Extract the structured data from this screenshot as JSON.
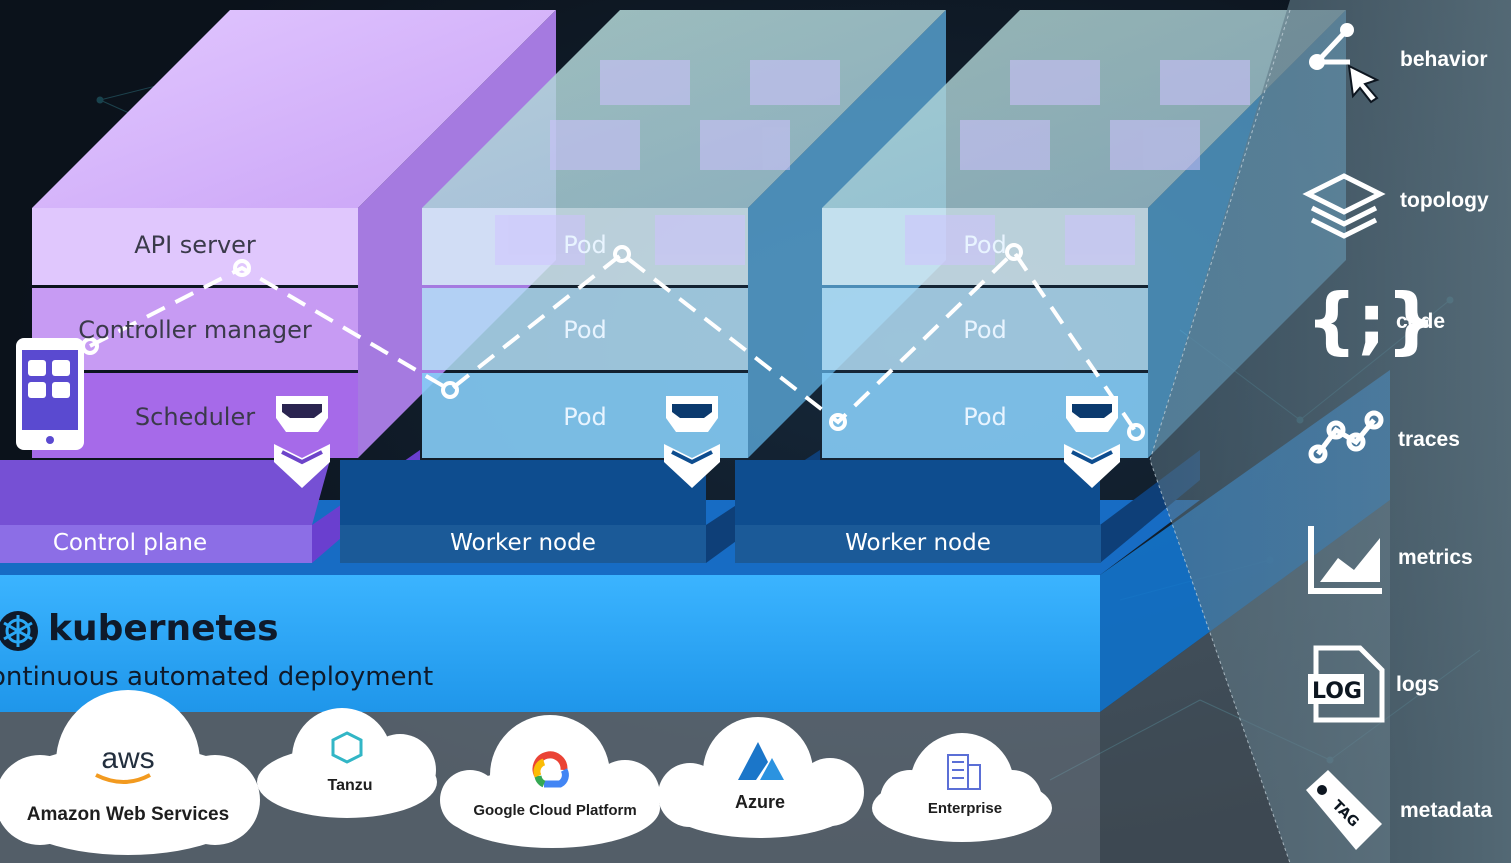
{
  "control_plane": {
    "layers": [
      "API server",
      "Controller manager",
      "Scheduler"
    ],
    "base_label": "Control plane"
  },
  "worker_nodes": [
    {
      "pods": [
        "Pod",
        "Pod",
        "Pod"
      ],
      "base_label": "Worker node"
    },
    {
      "pods": [
        "Pod",
        "Pod",
        "Pod"
      ],
      "base_label": "Worker node"
    }
  ],
  "platform": {
    "title": "kubernetes",
    "subtitle": "ontinuous automated deployment"
  },
  "clouds": [
    {
      "icon": "aws-logo",
      "logo_text": "aws",
      "label": "Amazon Web Services"
    },
    {
      "icon": "tanzu-icon",
      "label": "Tanzu"
    },
    {
      "icon": "google-cloud-icon",
      "label": "Google Cloud Platform"
    },
    {
      "icon": "azure-icon",
      "label": "Azure"
    },
    {
      "icon": "enterprise-building-icon",
      "label": "Enterprise"
    }
  ],
  "sidebar": [
    {
      "icon": "behavior-icon",
      "label": "behavior"
    },
    {
      "icon": "topology-icon",
      "label": "topology"
    },
    {
      "icon": "code-icon",
      "label": "code"
    },
    {
      "icon": "traces-icon",
      "label": "traces"
    },
    {
      "icon": "metrics-icon",
      "label": "metrics"
    },
    {
      "icon": "logs-icon",
      "label": "logs",
      "icon_text": "LOG"
    },
    {
      "icon": "metadata-tag-icon",
      "label": "metadata",
      "icon_text": "TAG"
    }
  ],
  "colors": {
    "control_plane": "#b98cf0",
    "worker": "#7fd0ff",
    "kubernetes_band": "#2aa8f5",
    "trace_path": "#ffffff"
  }
}
